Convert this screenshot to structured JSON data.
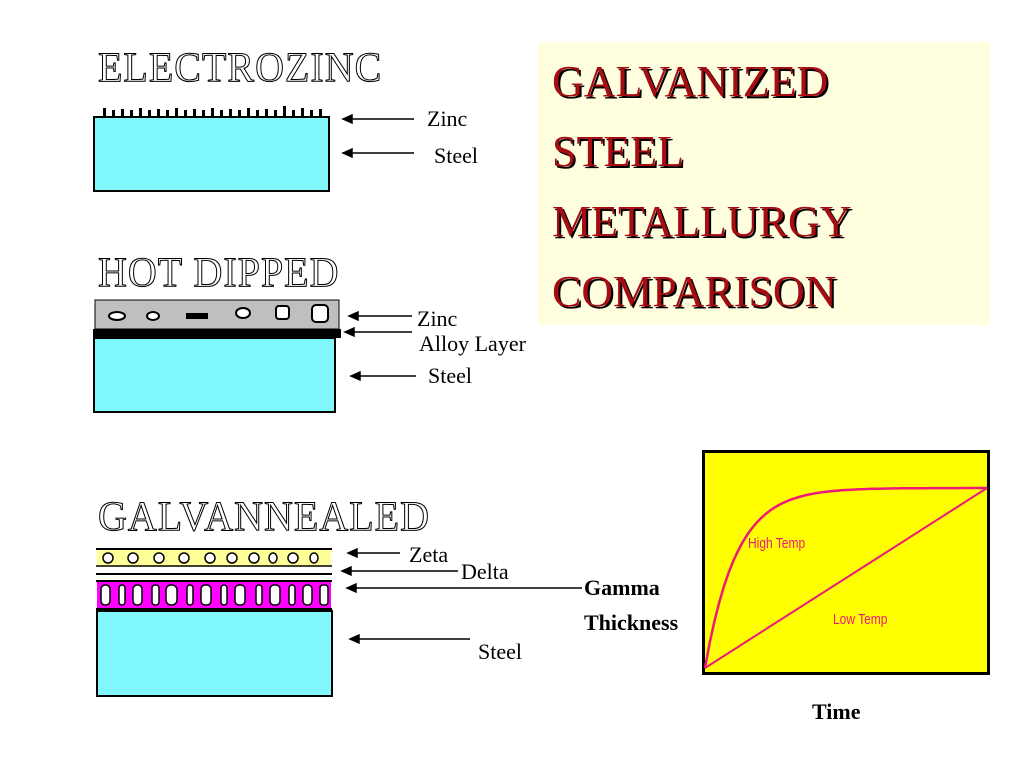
{
  "title": {
    "lines": [
      "GALVANIZED",
      "STEEL",
      "METALLURGY",
      "COMPARISON"
    ]
  },
  "electrozinc": {
    "title": "ELECTROZINC",
    "zinc_label": "Zinc",
    "steel_label": "Steel"
  },
  "hot_dipped": {
    "title": "HOT DIPPED",
    "zinc_label": "Zinc",
    "alloy_label": "Alloy Layer",
    "steel_label": "Steel"
  },
  "galvannealed": {
    "title": "GALVANNEALED",
    "zeta_label": "Zeta",
    "delta_label": "Delta",
    "gamma_label": "Gamma",
    "steel_label": "Steel"
  },
  "colors": {
    "steel": "#7ff7fb",
    "title_text": "#a50d12",
    "title_bg": "#ffffe0",
    "chart_bg": "#ffff00",
    "curve": "#ee1a7a",
    "zeta_layer": "#ffff99",
    "gamma_layer": "#ff00ff"
  },
  "chart_data": {
    "type": "line",
    "xlabel": "Time",
    "ylabel": "Thickness",
    "series": [
      {
        "name": "High Temp",
        "shape": "saturating"
      },
      {
        "name": "Low Temp",
        "shape": "linear"
      }
    ],
    "grid": false
  }
}
